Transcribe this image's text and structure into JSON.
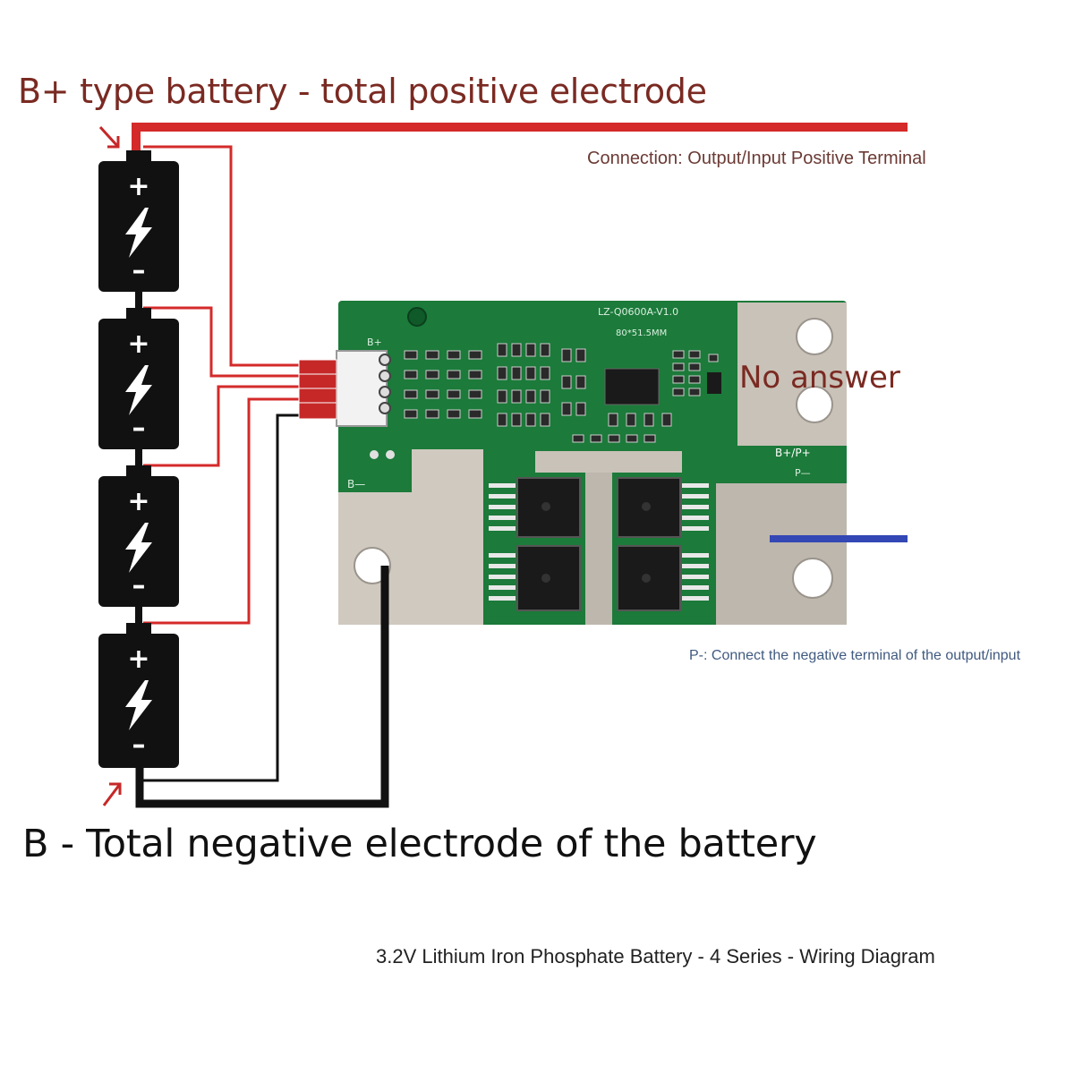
{
  "labels": {
    "b_plus_title": "B+ type battery - total positive electrode",
    "positive_connection": "Connection: Output/Input Positive Terminal",
    "negative_connection": "P-: Connect the negative terminal of the output/input",
    "b_minus_title": "B - Total negative electrode of the battery",
    "caption": "3.2V Lithium Iron Phosphate Battery - 4 Series - Wiring Diagram",
    "no_answer": "No answer"
  },
  "pcb": {
    "model": "LZ-Q0600A-V1.0",
    "size": "80*51.5MM",
    "pad_b_plus": "B+",
    "pad_b_minus": "B—",
    "pad_bp": "B+/P+",
    "pad_p": "P—"
  },
  "battery": {
    "plus_symbol": "+",
    "minus_symbol": "–",
    "cell_count": 4
  },
  "colors": {
    "positive_wire": "#d42a2a",
    "negative_wire": "#111111",
    "p_minus_wire": "#3347b5",
    "pcb_green": "#1c7a3a",
    "label_red": "#7a2a22"
  }
}
